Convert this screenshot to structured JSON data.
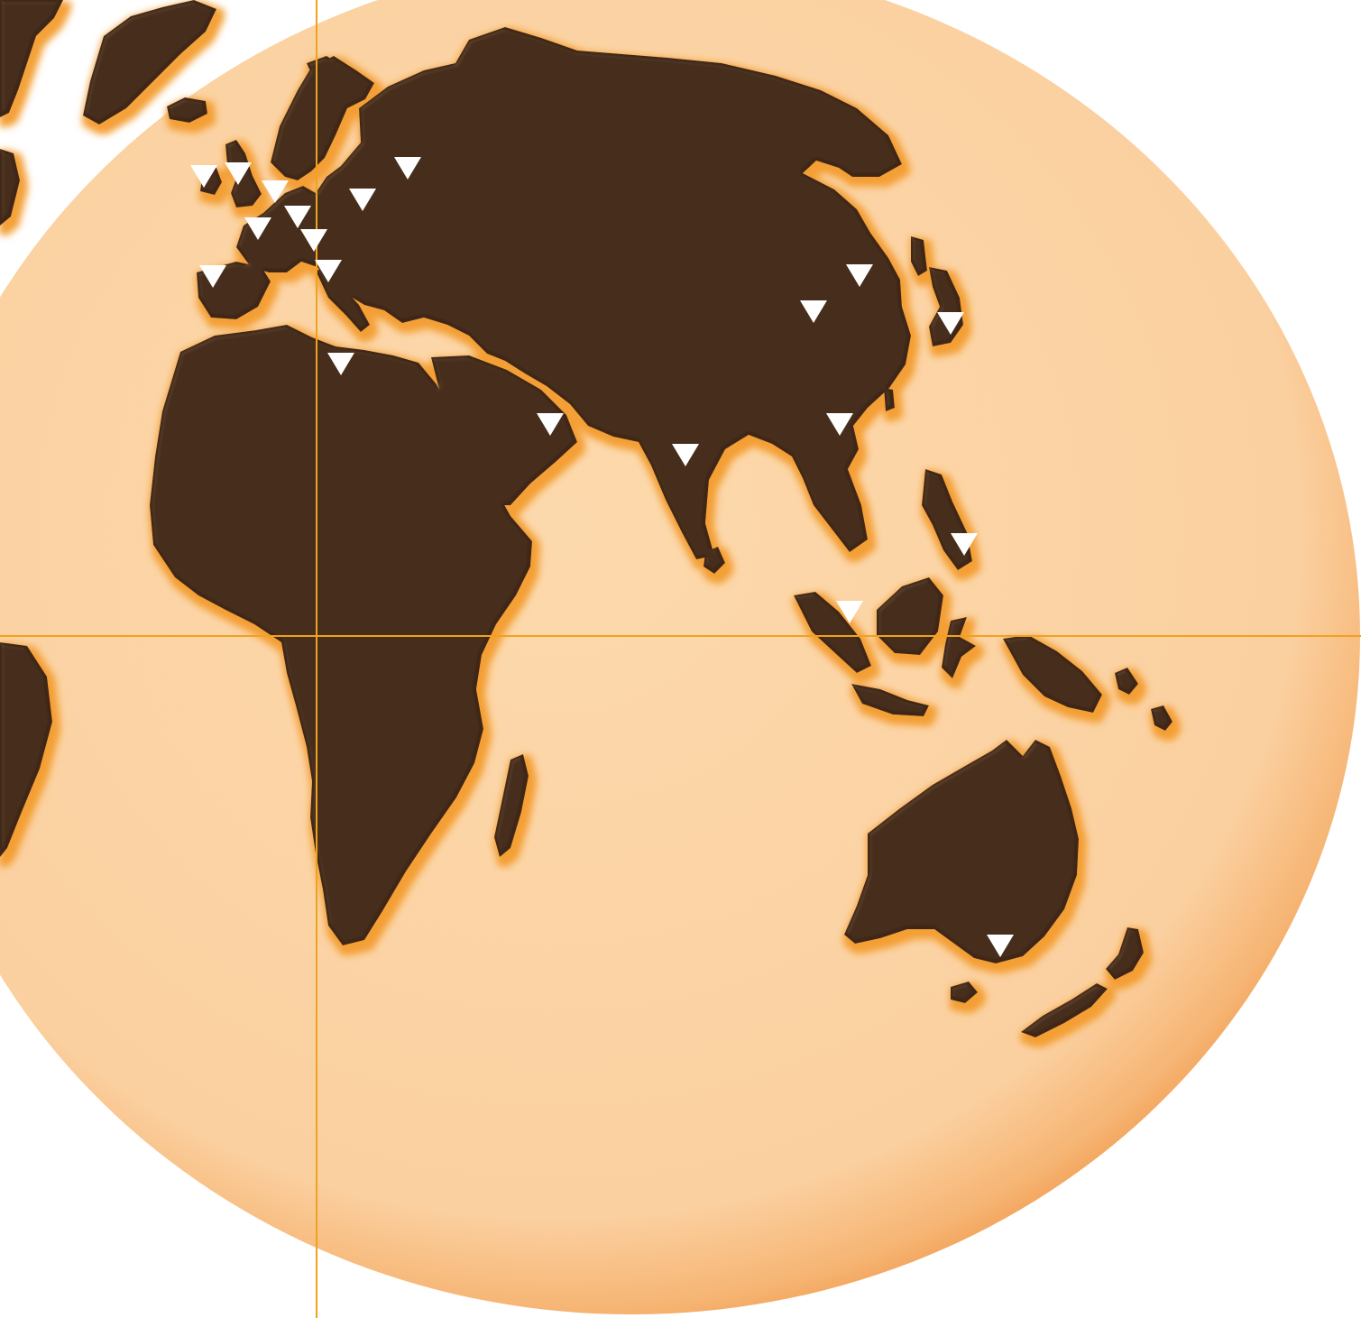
{
  "map": {
    "colors": {
      "background": "#ffffff",
      "ocean_light": "#fcd6a6",
      "ocean_edge": "#f09a45",
      "land": "#3f2819",
      "land_glow": "#f5a43d",
      "grid_line": "#f0a21e",
      "marker": "#ffffff"
    },
    "grid_lines": [
      "equator",
      "prime-meridian"
    ],
    "marker_icon": "down-triangle-icon",
    "markers": [
      {
        "name": "marker-ireland"
      },
      {
        "name": "marker-uk-north"
      },
      {
        "name": "marker-uk-south"
      },
      {
        "name": "marker-netherlands"
      },
      {
        "name": "marker-france"
      },
      {
        "name": "marker-switzerland"
      },
      {
        "name": "marker-germany"
      },
      {
        "name": "marker-poland"
      },
      {
        "name": "marker-russia"
      },
      {
        "name": "marker-spain"
      },
      {
        "name": "marker-italy"
      },
      {
        "name": "marker-libya"
      },
      {
        "name": "marker-arabia"
      },
      {
        "name": "marker-india"
      },
      {
        "name": "marker-china-north"
      },
      {
        "name": "marker-korea"
      },
      {
        "name": "marker-japan"
      },
      {
        "name": "marker-china-south"
      },
      {
        "name": "marker-philippines"
      },
      {
        "name": "marker-singapore"
      },
      {
        "name": "marker-australia"
      }
    ]
  }
}
